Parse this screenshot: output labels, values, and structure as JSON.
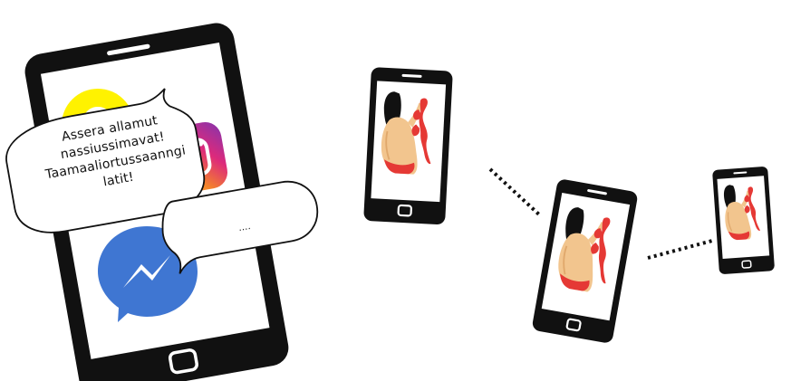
{
  "illustration": {
    "main_phone": {
      "apps": [
        "snapchat-icon",
        "instagram-icon",
        "messenger-icon"
      ],
      "message_bubble": {
        "lines": [
          "Assera allamut",
          "nassiussimavat!",
          "Taamaaliortussaanngi",
          "latit!"
        ]
      },
      "reply_bubble": {
        "text": "...."
      }
    },
    "shared_photo": {
      "subject": "woman-in-red-bikini"
    },
    "chain": {
      "phones": 3,
      "connector": "dotted-line"
    },
    "colors": {
      "phone_body": "#111111",
      "snapchat_yellow": "#FFF200",
      "instagram_orange": "#F58529",
      "instagram_purple": "#8134AF",
      "messenger_blue": "#3F76D2",
      "bikini_red": "#E53935",
      "skin": "#F2C58E"
    }
  }
}
